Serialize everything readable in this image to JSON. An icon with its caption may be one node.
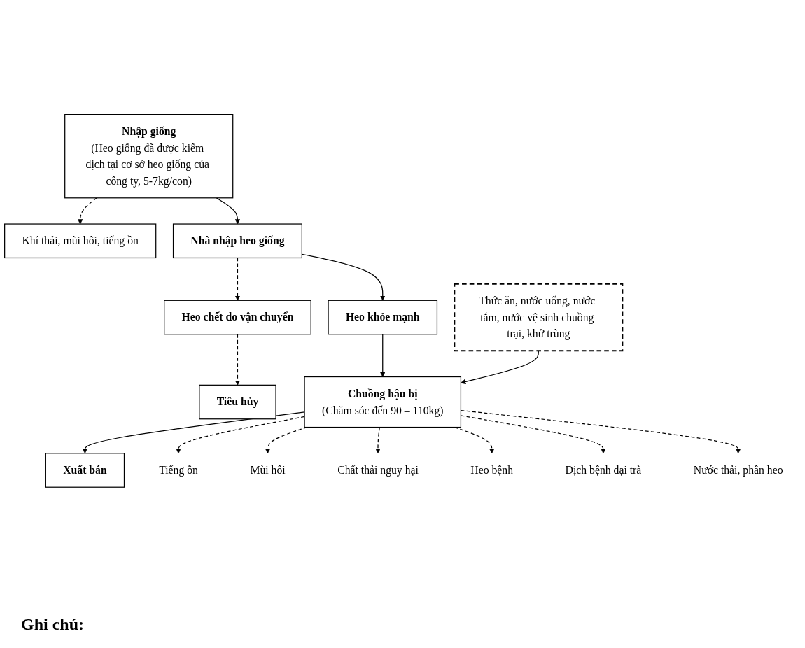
{
  "diagram": {
    "nodes": [
      {
        "text": [
          "Nhập giống",
          "(Heo giống đã được kiểm dịch tại cơ sở heo giống của công ty, 5-7kg/con)"
        ]
      },
      {
        "text": [
          "Khí thải, mùi hôi, tiếng ồn"
        ]
      },
      {
        "text": [
          "Nhà nhập heo giống"
        ]
      },
      {
        "text": [
          "Heo chết do vận chuyển"
        ]
      },
      {
        "text": [
          "Tiêu hủy"
        ]
      },
      {
        "text": [
          "Heo khỏe mạnh"
        ]
      },
      {
        "text": [
          "Thức ăn, nước uống, nước tắm, nước vệ sinh chuồng trại, khử trùng"
        ]
      },
      {
        "text": [
          "Chuồng hậu bị",
          "(Chăm sóc đến 90 – 110kg)"
        ]
      },
      {
        "text": [
          "Xuất bán"
        ]
      },
      {
        "text": [
          "Tiếng ồn"
        ]
      },
      {
        "text": [
          "Mùi hôi"
        ]
      },
      {
        "text": [
          "Chất thải nguy hại"
        ]
      },
      {
        "text": [
          "Heo bệnh"
        ]
      },
      {
        "text": [
          "Dịch bệnh đại trà"
        ]
      },
      {
        "text": [
          "Nước thải, phân heo"
        ]
      }
    ],
    "edges": [
      {
        "from": 0,
        "to": 1,
        "arrow": "to",
        "style": "dashed"
      },
      {
        "from": 0,
        "to": 2,
        "arrow": "to"
      },
      {
        "from": 2,
        "to": 3,
        "arrow": "to",
        "style": "dashed"
      },
      {
        "from": 3,
        "to": 4,
        "arrow": "to",
        "style": "dashed"
      },
      {
        "from": 2,
        "to": 5,
        "arrow": "to"
      },
      {
        "from": 5,
        "to": 7,
        "arrow": "to"
      },
      {
        "from": 6,
        "to": 7,
        "arrow": "to"
      },
      {
        "from": 7,
        "to": 8,
        "arrow": "to"
      },
      {
        "from": 7,
        "to": 9,
        "arrow": "to",
        "style": "dashed"
      },
      {
        "from": 7,
        "to": 10,
        "arrow": "to",
        "style": "dashed"
      },
      {
        "from": 7,
        "to": 11,
        "arrow": "to",
        "style": "dashed"
      },
      {
        "from": 7,
        "to": 12,
        "arrow": "to",
        "style": "dashed"
      },
      {
        "from": 7,
        "to": 13,
        "arrow": "to",
        "style": "dashed"
      },
      {
        "from": 7,
        "to": 14,
        "arrow": "to",
        "style": "dashed"
      }
    ],
    "labels": [
      "Ghi chú:"
    ]
  }
}
